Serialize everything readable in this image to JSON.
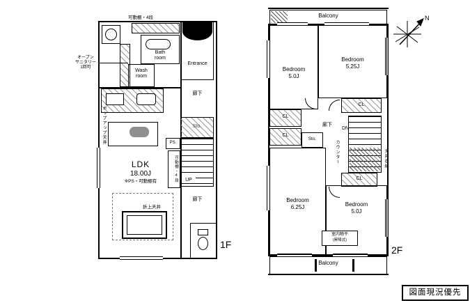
{
  "floor1": {
    "floor_label": "1F",
    "shelf_top": "可動棚・4段",
    "shelf_side": "可動棚・4段",
    "bath_line1": "Bath",
    "bath_line2": "room",
    "wash_line1": "Wash",
    "wash_line2": "room",
    "entrance": "Entrance",
    "open_sanitary_line1": "オープン",
    "open_sanitary_line2": "サニタリー",
    "open_sanitary_line3": "1回可",
    "popup_ceiling": "ポップアップ天井",
    "hall_top": "廊下",
    "storage": "Sto.",
    "ps": "PS.",
    "up": "UP",
    "ldk_name": "LDK",
    "ldk_size": "18.00J",
    "ldk_note": "※PS・可動棚有",
    "coffered_ceiling": "折上天井",
    "hall_bottom": "廊下"
  },
  "floor2": {
    "floor_label": "2F",
    "balcony_top": "Balcony",
    "balcony_bottom": "Balcony",
    "bedroom1_name": "Bedroom",
    "bedroom1_size": "5.0J",
    "bedroom2_name": "Bedroom",
    "bedroom2_size": "5.25J",
    "bedroom3_name": "Bedroom",
    "bedroom3_size": "6.25J",
    "bedroom4_name": "Bedroom",
    "bedroom4_size": "5.0J",
    "cl1": "CL",
    "cl2": "CL",
    "cl3": "CL",
    "cl4": "CL",
    "hall": "廊下",
    "dn": "DN",
    "storage": "Sto.",
    "counter": "カウンター",
    "ceiling_note": "天井収納",
    "laundry_line1": "室内物干",
    "laundry_line2": "(昇降式)"
  },
  "compass": {
    "north_label": "N"
  },
  "footer_note": "図面現況優先",
  "colors": {
    "wall": "#000000",
    "background": "#ffffff",
    "hatch": "#888888"
  }
}
